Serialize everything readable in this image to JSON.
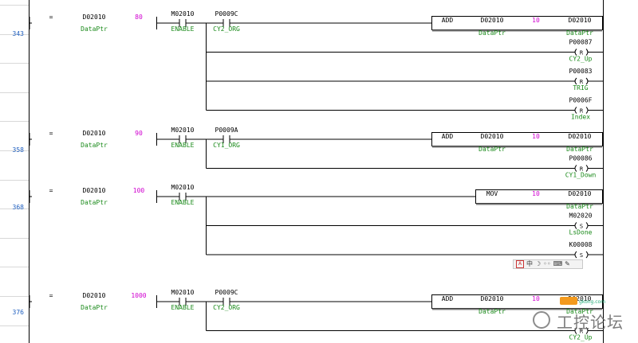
{
  "rungs": [
    {
      "step": "343",
      "compare": {
        "op": "=",
        "left": "D02010",
        "left_comment": "DataPtr",
        "right": "80"
      },
      "contacts": [
        {
          "addr": "M02010",
          "comment": "ENABLE"
        },
        {
          "addr": "P0009C",
          "comment": "CY2_ORG"
        }
      ],
      "func": {
        "name": "ADD",
        "arg1": "D02010",
        "arg1_comment": "DataPtr",
        "arg2": "10",
        "dest": "D02010",
        "dest_comment": "DataPtr"
      },
      "coils": [
        {
          "addr": "P00087",
          "type": "R",
          "comment": "CY2_Up"
        },
        {
          "addr": "P00083",
          "type": "R",
          "comment": "TRIG"
        },
        {
          "addr": "P0006F",
          "type": "R",
          "comment": "Index"
        }
      ]
    },
    {
      "step": "358",
      "compare": {
        "op": "=",
        "left": "D02010",
        "left_comment": "DataPtr",
        "right": "90"
      },
      "contacts": [
        {
          "addr": "M02010",
          "comment": "ENABLE"
        },
        {
          "addr": "P0009A",
          "comment": "CY1_ORG"
        }
      ],
      "func": {
        "name": "ADD",
        "arg1": "D02010",
        "arg1_comment": "DataPtr",
        "arg2": "10",
        "dest": "D02010",
        "dest_comment": "DataPtr"
      },
      "coils": [
        {
          "addr": "P00086",
          "type": "R",
          "comment": "CY1_Down"
        }
      ]
    },
    {
      "step": "368",
      "compare": {
        "op": "=",
        "left": "D02010",
        "left_comment": "DataPtr",
        "right": "100"
      },
      "contacts": [
        {
          "addr": "M02010",
          "comment": "ENABLE"
        }
      ],
      "func": {
        "name": "MOV",
        "arg1": "",
        "arg1_comment": "",
        "arg2": "10",
        "dest": "D02010",
        "dest_comment": "DataPtr"
      },
      "coils": [
        {
          "addr": "M02020",
          "type": "S",
          "comment": "LsDone"
        },
        {
          "addr": "K00008",
          "type": "S",
          "comment": ""
        }
      ]
    },
    {
      "step": "376",
      "compare": {
        "op": "=",
        "left": "D02010",
        "left_comment": "DataPtr",
        "right": "1000"
      },
      "contacts": [
        {
          "addr": "M02010",
          "comment": "ENABLE"
        },
        {
          "addr": "P0009C",
          "comment": "CY2_ORG"
        }
      ],
      "func": {
        "name": "ADD",
        "arg1": "D02010",
        "arg1_comment": "DataPtr",
        "arg2": "10",
        "dest": "D02010",
        "dest_comment": "DataPtr"
      },
      "coils": [
        {
          "addr": "",
          "type": "R",
          "comment": "CY2_Up"
        }
      ]
    }
  ],
  "ime_toolbar": {
    "items": [
      "中",
      "☽",
      "◦◦",
      "⌨",
      "✎"
    ]
  },
  "watermark": {
    "text": "工控论坛",
    "site": "gkong.com"
  },
  "colors": {
    "step": "#2060c0",
    "address": "#000000",
    "comment": "#1a8a1a",
    "constant": "#d000d0",
    "wire": "#000000",
    "rowline": "#d8d8d8"
  }
}
